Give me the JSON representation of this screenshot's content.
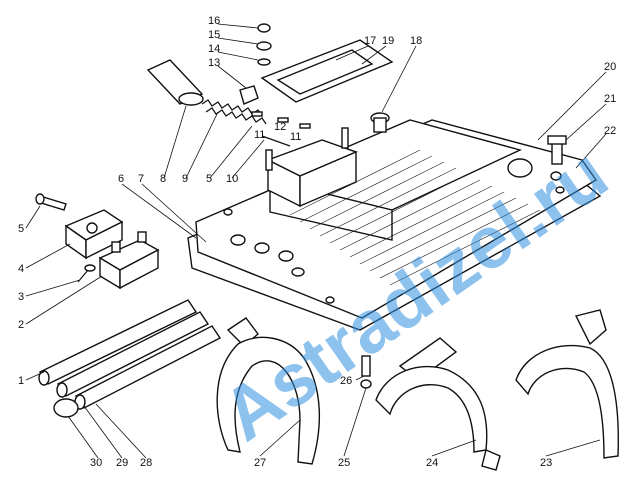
{
  "watermark": "Astradizel.ru",
  "callouts": [
    {
      "id": "c16",
      "text": "16"
    },
    {
      "id": "c15",
      "text": "15"
    },
    {
      "id": "c14",
      "text": "14"
    },
    {
      "id": "c13",
      "text": "13"
    },
    {
      "id": "c17",
      "text": "17"
    },
    {
      "id": "c19",
      "text": "19"
    },
    {
      "id": "c18",
      "text": "18"
    },
    {
      "id": "c20",
      "text": "20"
    },
    {
      "id": "c21",
      "text": "21"
    },
    {
      "id": "c22",
      "text": "22"
    },
    {
      "id": "c12",
      "text": "12"
    },
    {
      "id": "c11a",
      "text": "11"
    },
    {
      "id": "c11b",
      "text": "11"
    },
    {
      "id": "c6",
      "text": "6"
    },
    {
      "id": "c7",
      "text": "7"
    },
    {
      "id": "c8",
      "text": "8"
    },
    {
      "id": "c9",
      "text": "9"
    },
    {
      "id": "c5a",
      "text": "5"
    },
    {
      "id": "c10",
      "text": "10"
    },
    {
      "id": "c5b",
      "text": "5"
    },
    {
      "id": "c4",
      "text": "4"
    },
    {
      "id": "c3",
      "text": "3"
    },
    {
      "id": "c2",
      "text": "2"
    },
    {
      "id": "c1",
      "text": "1"
    },
    {
      "id": "c26",
      "text": "26"
    },
    {
      "id": "c30",
      "text": "30"
    },
    {
      "id": "c29",
      "text": "29"
    },
    {
      "id": "c28",
      "text": "28"
    },
    {
      "id": "c27",
      "text": "27"
    },
    {
      "id": "c25",
      "text": "25"
    },
    {
      "id": "c24",
      "text": "24"
    },
    {
      "id": "c23",
      "text": "23"
    }
  ]
}
